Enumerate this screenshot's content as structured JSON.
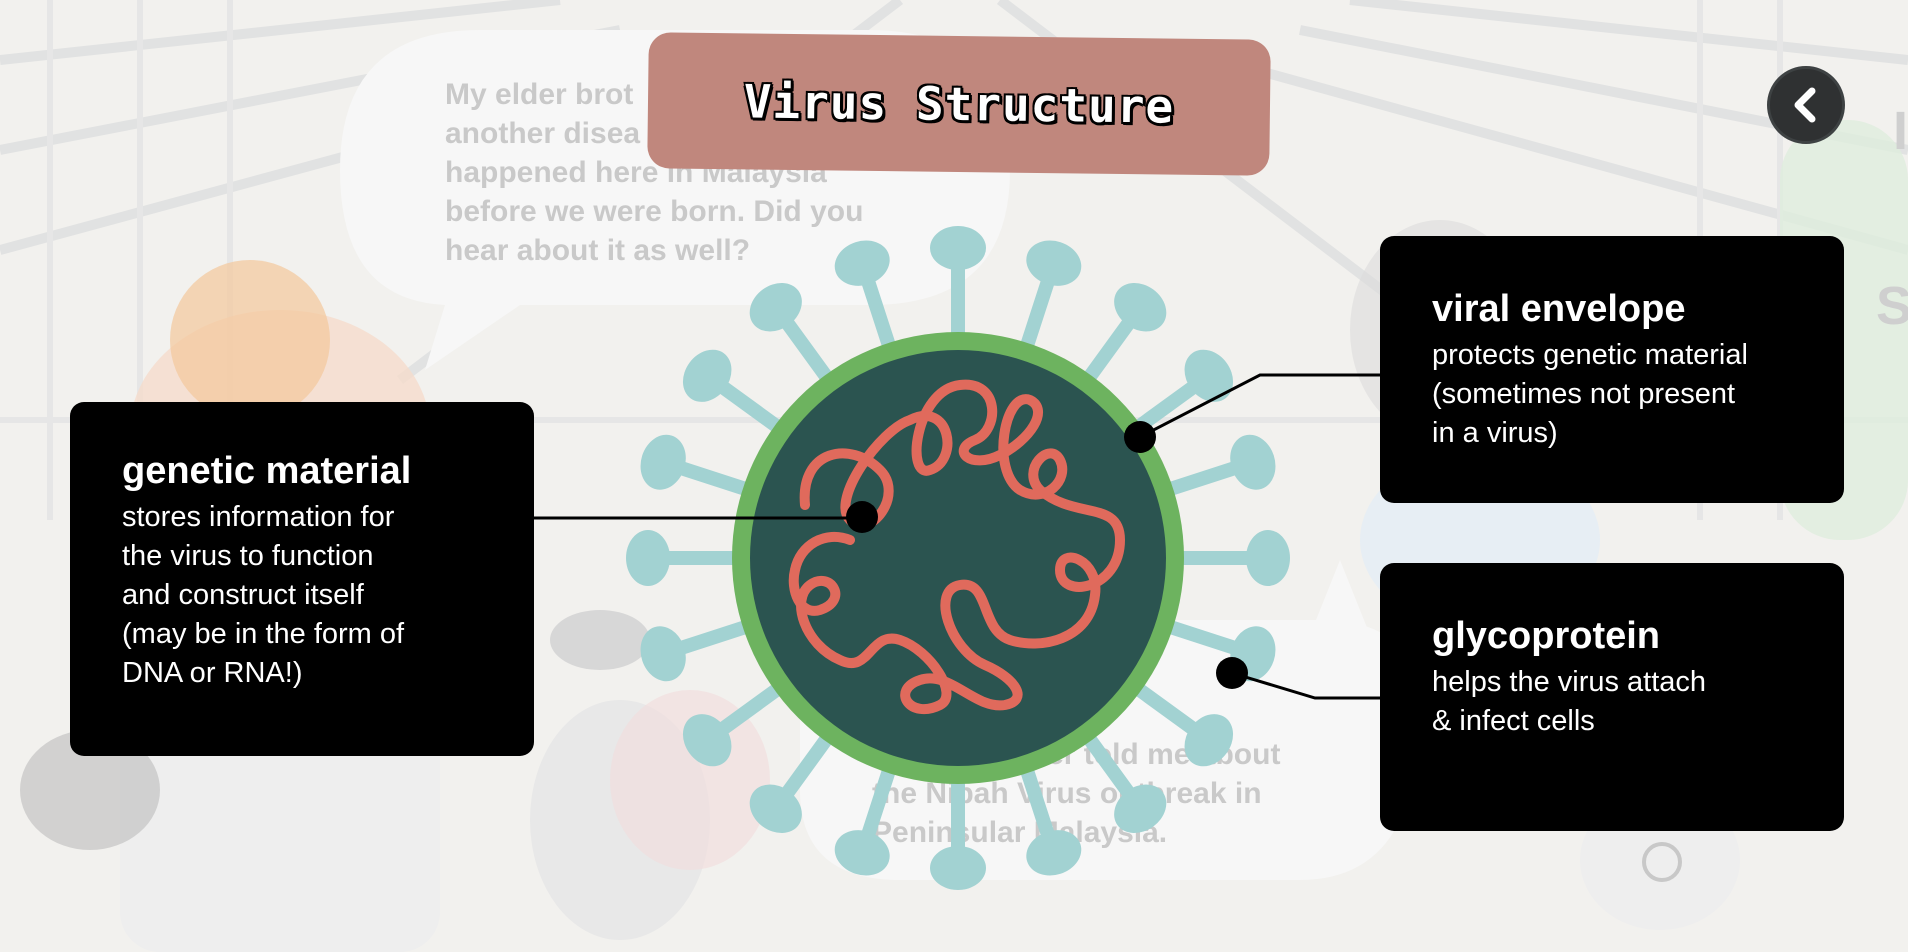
{
  "title": "Virus Structure",
  "dialogue": {
    "top": [
      "My elder brot",
      "another disea",
      "happened here in Malaysia",
      "before we were born. Did you",
      "hear about it as well?"
    ],
    "bottom": [
      "Yes, my father told me about",
      "the Nipah Virus outbreak in",
      "Peninsular Malaysia."
    ]
  },
  "back_button": {
    "icon": "chevron-left-icon"
  },
  "edge_letters": [
    "I",
    "S"
  ],
  "labels": {
    "genetic": {
      "title": "genetic material",
      "lines": [
        "stores information for",
        "the virus to function",
        "and construct itself",
        "(may be in the form of",
        "DNA or RNA!)"
      ]
    },
    "envelope": {
      "title": "viral envelope",
      "lines": [
        "protects genetic material",
        "(sometimes not present",
        "in a virus)"
      ]
    },
    "glyco": {
      "title": "glycoprotein",
      "lines": [
        "helps the virus attach",
        "& infect cells"
      ]
    }
  },
  "colors": {
    "banner": "#c0877d",
    "capsid_ring": "#6db35f",
    "core": "#2b5450",
    "rna": "#e06a5c",
    "spike": "#a2d2d2",
    "label_bg": "#000000"
  }
}
